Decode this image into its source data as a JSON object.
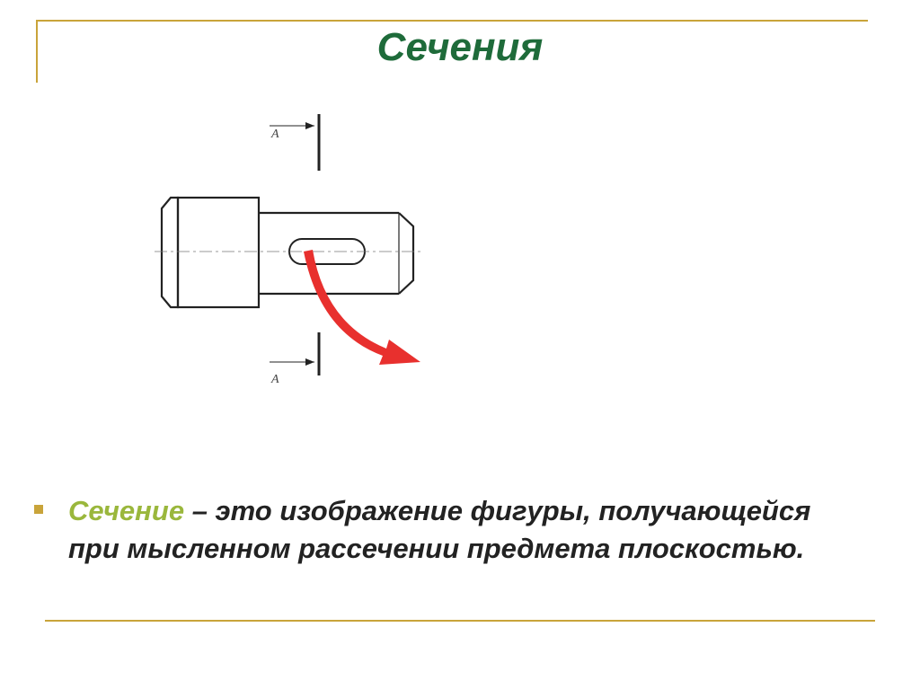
{
  "slide": {
    "title": "Сечения",
    "accent_color": "#c9a43a",
    "title_color": "#1e6b3a",
    "term_color": "#9ab73c",
    "arrow_color": "#e8302e"
  },
  "drawing": {
    "section_label_top": "A",
    "section_label_bottom": "A"
  },
  "definition": {
    "term": "Сечение",
    "text": " – это изображение фигуры, получающейся при мысленном рассечении предмета плоскостью."
  }
}
